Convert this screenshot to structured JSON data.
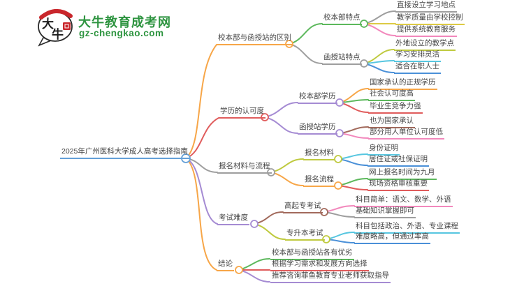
{
  "logo": {
    "icon_char_top": "大",
    "icon_char_bottom": "牛",
    "site_name": "大牛教育成考网",
    "site_url": "gz-chengkao.com",
    "brand_green": "#2e9440",
    "seal_red": "#c9272c"
  },
  "palette": {
    "orange": "#f7a648",
    "red": "#e05c5c",
    "gray": "#9e9e9e",
    "purple": "#a58bd3",
    "green": "#5cb85c",
    "yellow": "#ddca44",
    "pink": "#f288bc",
    "olive": "#bfca3f",
    "cyan": "#56c6e0",
    "blue": "#4a90d8",
    "brown": "#a26a5c",
    "root_blue": "#64a0d8"
  },
  "mindmap": {
    "root": {
      "label": "2025年广州医科大学成人高考选择指南",
      "color": "#64a0d8"
    },
    "branches": [
      {
        "label": "校本部与函授站的区别",
        "color": "#f7a648",
        "children": [
          {
            "label": "校本部特点",
            "color": "#5cb85c",
            "children": [
              {
                "label": "直接设立学习地点",
                "color": "#9e9e9e"
              },
              {
                "label": "教学质量由学校控制",
                "color": "#ddca44"
              },
              {
                "label": "提供系统教育服务",
                "color": "#f288bc"
              }
            ]
          },
          {
            "label": "函授站特点",
            "color": "#9e9e9e",
            "children": [
              {
                "label": "外地设立的教学点",
                "color": "#bfca3f"
              },
              {
                "label": "学习安排灵活",
                "color": "#56c6e0"
              },
              {
                "label": "适合在职人士",
                "color": "#4a90d8"
              }
            ]
          }
        ]
      },
      {
        "label": "学历的认可度",
        "color": "#e05c5c",
        "children": [
          {
            "label": "校本部学历",
            "color": "#a58bd3",
            "children": [
              {
                "label": "国家承认的正规学历",
                "color": "#f7a648"
              },
              {
                "label": "社会认可度高",
                "color": "#5cb85c"
              },
              {
                "label": "毕业生竞争力强",
                "color": "#e05c5c"
              }
            ]
          },
          {
            "label": "函授站学历",
            "color": "#a58bd3",
            "children": [
              {
                "label": "也为国家承认",
                "color": "#a26a5c"
              },
              {
                "label": "部分用人单位认可度低",
                "color": "#f288bc"
              }
            ]
          }
        ]
      },
      {
        "label": "报名材料与流程",
        "color": "#9e9e9e",
        "children": [
          {
            "label": "报名材料",
            "color": "#bfca3f",
            "children": [
              {
                "label": "身份证明",
                "color": "#56c6e0"
              },
              {
                "label": "居住证或社保证明",
                "color": "#4a90d8"
              }
            ]
          },
          {
            "label": "报名流程",
            "color": "#f7a648",
            "children": [
              {
                "label": "网上报名时间为九月",
                "color": "#5cb85c"
              },
              {
                "label": "现场资格审核重要",
                "color": "#e05c5c"
              }
            ]
          }
        ]
      },
      {
        "label": "考试难度",
        "color": "#a58bd3",
        "children": [
          {
            "label": "高起专考试",
            "color": "#a26a5c",
            "children": [
              {
                "label": "科目简单：语文、数学、外语",
                "color": "#f288bc"
              },
              {
                "label": "基础知识掌握即可",
                "color": "#9e9e9e"
              }
            ]
          },
          {
            "label": "专升本考试",
            "color": "#bfca3f",
            "children": [
              {
                "label": "科目包括政治、外语、专业课程",
                "color": "#56c6e0"
              },
              {
                "label": "难度略高，但通过率高",
                "color": "#4a90d8"
              }
            ]
          }
        ]
      },
      {
        "label": "结论",
        "color": "#f7a648",
        "children": [
          {
            "label": "校本部与函授站各有优劣",
            "color": "#5cb85c"
          },
          {
            "label": "根据学习需求和发展方向选择",
            "color": "#e05c5c"
          },
          {
            "label": "推荐咨询菲鱼教育专业老师获取指导",
            "color": "#a58bd3"
          }
        ]
      }
    ]
  }
}
